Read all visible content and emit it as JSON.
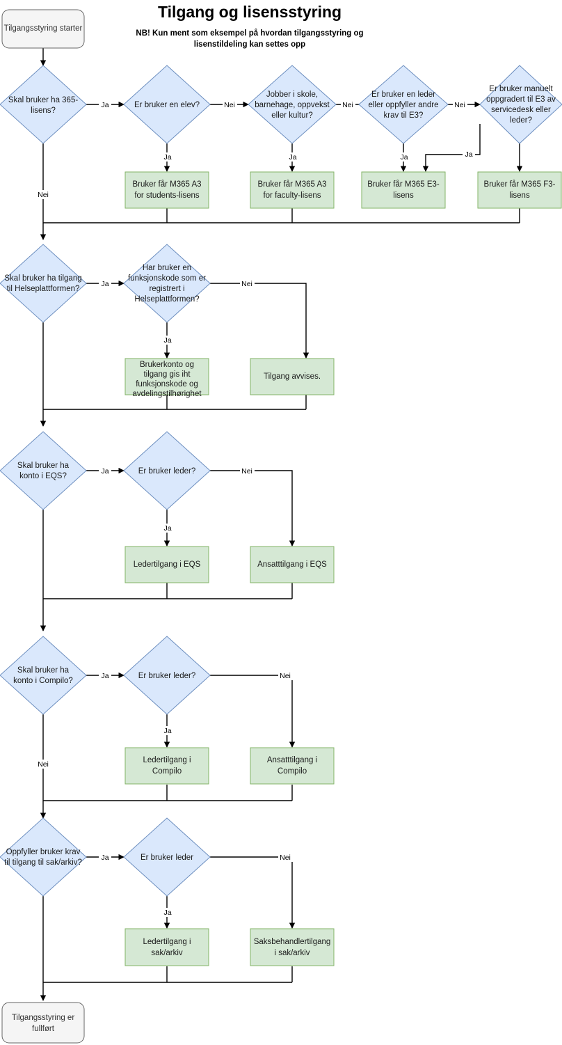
{
  "header": {
    "title": "Tilgang og lisensstyring",
    "subtitle_line1": "NB! Kun ment som eksempel på hvordan tilgangsstyring og",
    "subtitle_line2": "lisenstildeling kan settes opp"
  },
  "colors": {
    "decision_fill": "#dae8fc",
    "decision_stroke": "#6c8ebf",
    "process_fill": "#d5e8d4",
    "process_stroke": "#82b366",
    "terminal_fill": "#f5f5f5",
    "terminal_stroke": "#666666",
    "edge": "#000000"
  },
  "labels": {
    "yes": "Ja",
    "no": "Nei"
  },
  "start_node": {
    "line1": "Tilgangsstyring starter"
  },
  "end_node": {
    "line1": "Tilgangsstyring er",
    "line2": "fullført"
  },
  "sections": [
    {
      "id": "license",
      "decisions": [
        {
          "id": "d-365",
          "lines": [
            "Skal bruker ha 365-",
            "lisens?"
          ]
        },
        {
          "id": "d-elev",
          "lines": [
            "Er bruker en elev?"
          ]
        },
        {
          "id": "d-skole",
          "lines": [
            "Jobber i skole,",
            "barnehage, oppvekst",
            "eller kultur?"
          ]
        },
        {
          "id": "d-leder-e3",
          "lines": [
            "Er bruker en leder",
            "eller oppfyller andre",
            "krav til E3?"
          ]
        },
        {
          "id": "d-manuelt-e3",
          "lines": [
            "Er bruker manuelt",
            "oppgradert til E3 av",
            "servicedesk eller",
            "leder?"
          ]
        }
      ],
      "processes": [
        {
          "id": "p-a3-student",
          "lines": [
            "Bruker får M365 A3",
            "for students-lisens"
          ]
        },
        {
          "id": "p-a3-faculty",
          "lines": [
            "Bruker får M365 A3",
            "for faculty-lisens"
          ]
        },
        {
          "id": "p-e3",
          "lines": [
            "Bruker får M365 E3-",
            "lisens"
          ]
        },
        {
          "id": "p-f3",
          "lines": [
            "Bruker får M365 F3-",
            "lisens"
          ]
        }
      ]
    },
    {
      "id": "helseplattformen",
      "decisions": [
        {
          "id": "d-hp",
          "lines": [
            "Skal bruker ha tilgang",
            "til Helseplattformen?"
          ]
        },
        {
          "id": "d-funksjonskode",
          "lines": [
            "Har bruker en",
            "funksjonskode som er",
            "registrert i",
            "Helseplattformen?"
          ]
        }
      ],
      "processes": [
        {
          "id": "p-brukerkonto",
          "lines": [
            "Brukerkonto og",
            "tilgang gis iht",
            "funksjonskode og",
            "avdelingstilhørighet"
          ]
        },
        {
          "id": "p-avvises",
          "lines": [
            "Tilgang avvises."
          ]
        }
      ]
    },
    {
      "id": "eqs",
      "decisions": [
        {
          "id": "d-eqs",
          "lines": [
            "Skal bruker ha",
            "konto i EQS?"
          ]
        },
        {
          "id": "d-eqs-leder",
          "lines": [
            "Er bruker leder?"
          ]
        }
      ],
      "processes": [
        {
          "id": "p-eqs-leder",
          "lines": [
            "Ledertilgang i EQS"
          ]
        },
        {
          "id": "p-eqs-ansatt",
          "lines": [
            "Ansatttilgang i EQS"
          ]
        }
      ]
    },
    {
      "id": "compilo",
      "decisions": [
        {
          "id": "d-compilo",
          "lines": [
            "Skal bruker ha",
            "konto i Compilo?"
          ]
        },
        {
          "id": "d-compilo-leder",
          "lines": [
            "Er bruker leder?"
          ]
        }
      ],
      "processes": [
        {
          "id": "p-compilo-leder",
          "lines": [
            "Ledertilgang i",
            "Compilo"
          ]
        },
        {
          "id": "p-compilo-ansatt",
          "lines": [
            "Ansatttilgang i",
            "Compilo"
          ]
        }
      ]
    },
    {
      "id": "sakarkiv",
      "decisions": [
        {
          "id": "d-sakarkiv",
          "lines": [
            "Oppfyller bruker krav",
            "til tilgang til sak/arkiv?"
          ]
        },
        {
          "id": "d-sakarkiv-leder",
          "lines": [
            "Er bruker leder"
          ]
        }
      ],
      "processes": [
        {
          "id": "p-sakarkiv-leder",
          "lines": [
            "Ledertilgang i",
            "sak/arkiv"
          ]
        },
        {
          "id": "p-sakarkiv-saksbeh",
          "lines": [
            "Saksbehandlertilgang",
            "i sak/arkiv"
          ]
        }
      ]
    }
  ]
}
